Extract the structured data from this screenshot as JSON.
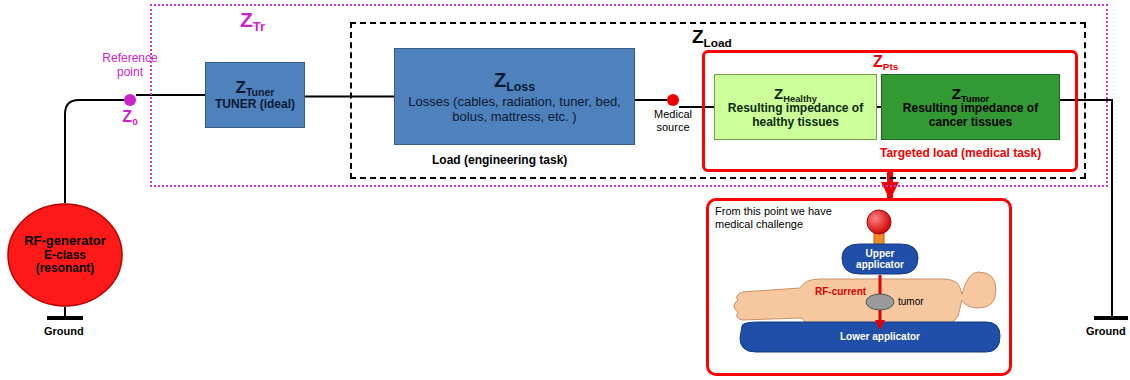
{
  "diagram": {
    "nodes": [
      {
        "text": [
          "ZTr"
        ]
      },
      {
        "text": [
          "ZTuner",
          "TUNER (ideal)"
        ],
        "in": 0
      },
      {
        "text": [
          "ZLoad",
          "Load (engineering task)"
        ],
        "in": 0
      },
      {
        "text": [
          "ZLoss",
          "Losses (cables, radiation, tuner, bed, bolus, mattress, etc. )"
        ],
        "in": 2
      },
      {
        "text": [
          "ZPts",
          "Targeted load (medical task)"
        ],
        "in": 2
      },
      {
        "text": [
          "ZHealthy",
          "Resulting impedance of healthy tissues"
        ],
        "in": 4
      },
      {
        "text": [
          "ZTumor",
          "Resulting impedance of cancer tissues"
        ],
        "in": 4
      },
      {
        "text": [
          "RF-generator",
          "E-class (resonant)"
        ]
      },
      {
        "text": [
          "Reference point",
          "Z0"
        ]
      },
      {
        "text": [
          "Medical source"
        ],
        "in": 2
      },
      {
        "text": [
          "From this point we have medical challenge"
        ]
      }
    ],
    "edges": [
      {
        "from": 7,
        "to": 8,
        "arrow": "none"
      },
      {
        "from": 8,
        "to": 1,
        "arrow": "none"
      },
      {
        "from": 1,
        "to": 3,
        "arrow": "none"
      },
      {
        "from": 3,
        "to": 9,
        "arrow": "none"
      },
      {
        "from": 9,
        "to": 5,
        "arrow": "none"
      },
      {
        "from": 5,
        "to": 6,
        "arrow": "none"
      },
      {
        "from": 4,
        "to": 10,
        "arrow": "to"
      }
    ],
    "labels": [
      "Ground",
      "Ground",
      "Upper applicator",
      "RF-current",
      "tumor",
      "Lower applicator"
    ]
  }
}
